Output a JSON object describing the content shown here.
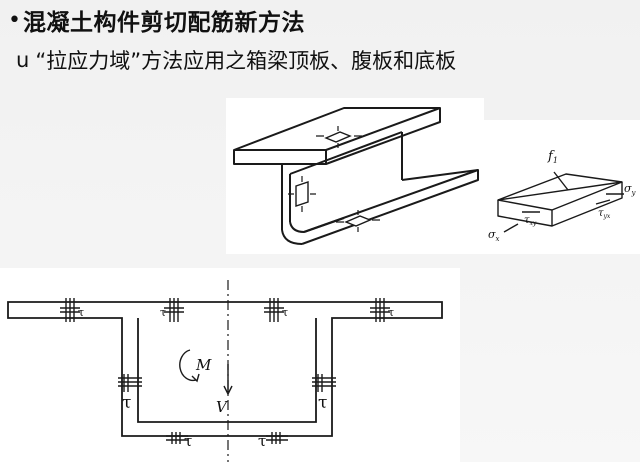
{
  "slide": {
    "bullet": "•",
    "title": "混凝土构件剪切配筋新方法",
    "sub_bullet": "u",
    "subtitle": "“拉应力域”方法应用之箱梁顶板、腹板和底板"
  },
  "element_diagram": {
    "labels": {
      "f1": "f",
      "f1_sub": "1",
      "sigma_y": "σ",
      "sigma_y_sub": "y",
      "tau_xy": "τ",
      "tau_xy_sub": "xy",
      "tau_yx": "τ",
      "tau_yx_sub": "yx",
      "sigma_x": "σ",
      "sigma_x_sub": "x"
    }
  },
  "box_girder_diagram": {
    "labels": {
      "tau": "τ",
      "moment": "M",
      "shear": "V"
    }
  },
  "colors": {
    "line": "#1a1a1a",
    "background": "#f3f3f3",
    "panel": "#ffffff"
  }
}
